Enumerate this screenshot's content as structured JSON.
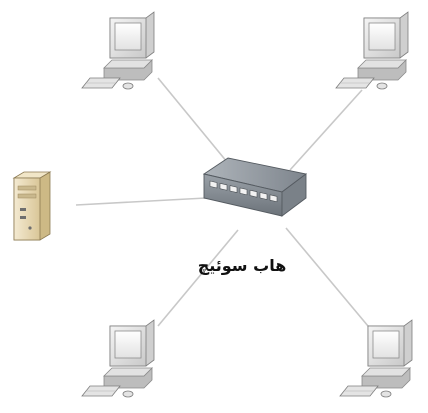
{
  "diagram": {
    "hub_label": "هاب سوئیچ",
    "nodes": [
      {
        "id": "pc-top-left",
        "kind": "computer"
      },
      {
        "id": "pc-top-right",
        "kind": "computer"
      },
      {
        "id": "pc-bottom-left",
        "kind": "computer"
      },
      {
        "id": "pc-bottom-right",
        "kind": "computer"
      },
      {
        "id": "server-left",
        "kind": "server"
      },
      {
        "id": "hub-switch",
        "kind": "switch"
      }
    ],
    "colors": {
      "line": "#c8c8c8",
      "monitor_frame": "#e6e6e6",
      "screen": "#f7f7f7",
      "switch_body": "#8f959c",
      "server_body": "#e8d9b5"
    }
  }
}
